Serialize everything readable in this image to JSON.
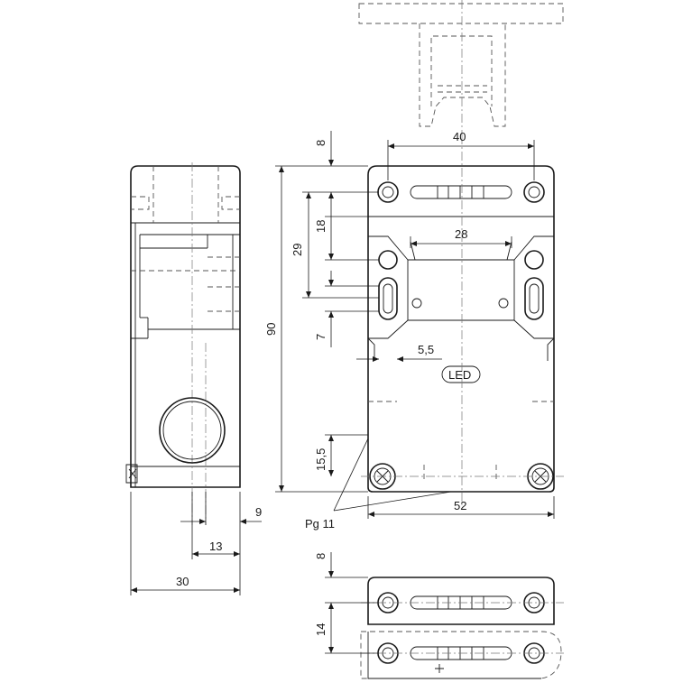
{
  "dimensions": {
    "top_width": "40",
    "top_offset": "8",
    "hole_pitch": "28",
    "mid_height": "18",
    "slot_height": "29",
    "total_height": "90",
    "small_height": "7",
    "slot_width": "5,5",
    "base_offset": "15,5",
    "total_width": "52",
    "side_depth_9": "9",
    "side_depth_13": "13",
    "side_width": "30",
    "bottom_offset": "8",
    "bottom_pitch": "14"
  },
  "labels": {
    "led": "LED",
    "cable_entry": "Pg 11"
  }
}
